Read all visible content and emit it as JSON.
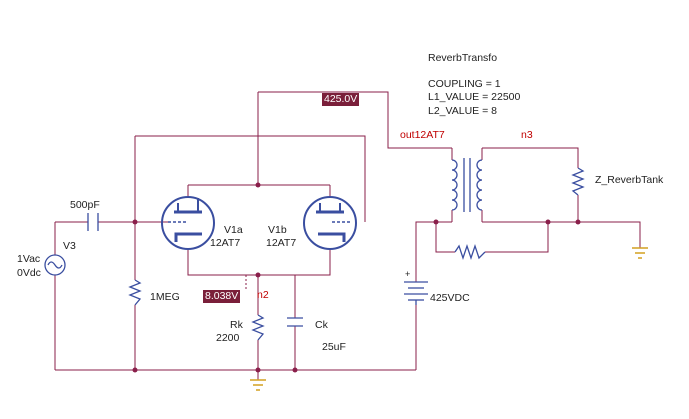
{
  "schematic": {
    "transformer": {
      "name": "ReverbTransfo",
      "params": [
        "COUPLING = 1",
        "L1_VALUE = 22500",
        "L2_VALUE = 8"
      ]
    },
    "components": {
      "cap_in": "500pF",
      "source_name": "V3",
      "source_ac": "1Vac",
      "source_dc": "0Vdc",
      "grid_resistor": "1MEG",
      "tube_a_name": "V1a",
      "tube_a_type": "12AT7",
      "tube_b_name": "V1b",
      "tube_b_type": "12AT7",
      "rk_name": "Rk",
      "rk_value": "2200",
      "ck_name": "Ck",
      "ck_value": "25uF",
      "supply": "425VDC",
      "supply_plus": "+",
      "load": "Z_ReverbTank"
    },
    "nets": {
      "out": "out12AT7",
      "n3": "n3",
      "n2": "n2"
    },
    "voltages": {
      "plate": "425.0V",
      "cathode": "8.038V"
    },
    "colors": {
      "wire": "#8a1f4a",
      "component": "#3a4ea0",
      "net_label": "#c00000",
      "voltage_marker": "#7a1f3a",
      "ground": "#d4a020"
    }
  }
}
